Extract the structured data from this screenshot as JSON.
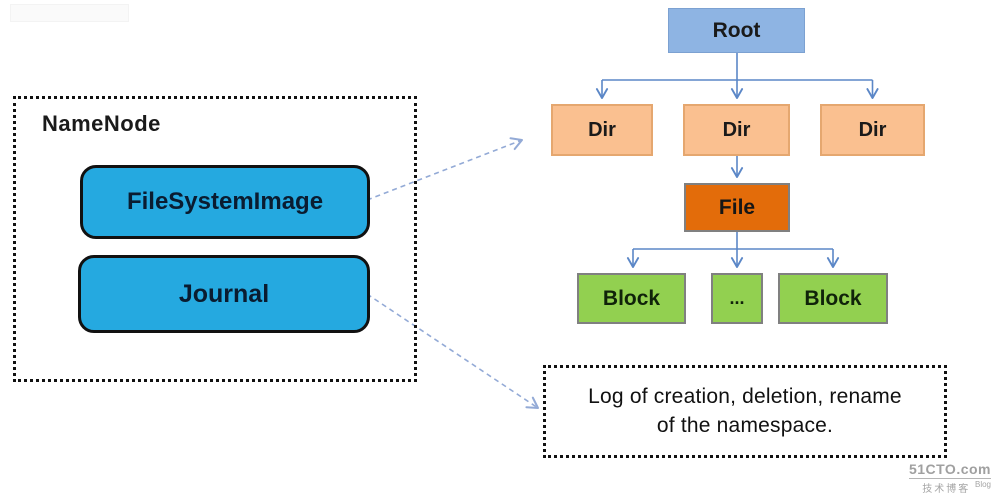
{
  "diagram": {
    "namenode": {
      "title": "NameNode",
      "items": [
        {
          "label": "FileSystemImage"
        },
        {
          "label": "Journal"
        }
      ]
    },
    "tree": {
      "root": "Root",
      "dirs": [
        "Dir",
        "Dir",
        "Dir"
      ],
      "file": "File",
      "blocks": [
        "Block",
        "...",
        "Block"
      ]
    },
    "note": {
      "line1": "Log of creation, deletion, rename",
      "line2": "of the namespace."
    },
    "colors": {
      "namenode_item_fill": "#25A9E0",
      "root_fill": "#8EB4E3",
      "dir_fill": "#FAC090",
      "file_fill": "#E36C0A",
      "block_fill": "#92D050",
      "connector_blue": "#5B87C7",
      "dashed_arrow_blue": "#93AAD6"
    }
  },
  "watermark": {
    "site": "51CTO.com",
    "caption": "技术博客",
    "blog": "Blog"
  }
}
